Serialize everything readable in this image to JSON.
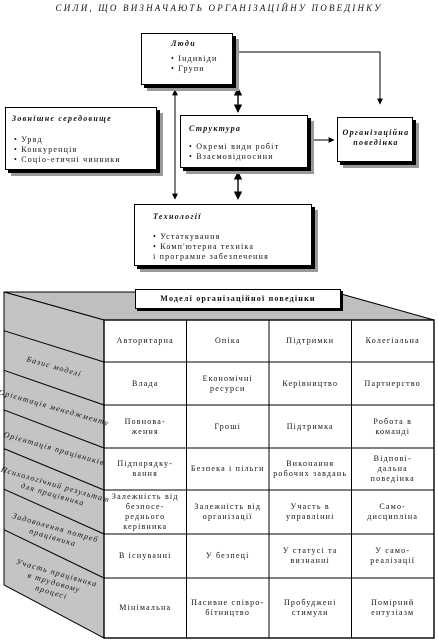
{
  "title": "СИЛИ, ЩО ВИЗНАЧАЮТЬ ОРГАНІЗАЦІЙНУ ПОВЕДІНКУ",
  "boxes": {
    "people": {
      "title": "Люди",
      "items": [
        "• Індивіди",
        "• Групи"
      ]
    },
    "environment": {
      "title": "Зовнішнє середовище",
      "items": [
        "• Уряд",
        "• Конкуренція",
        "• Соціо-етичні чинники"
      ]
    },
    "structure": {
      "title": "Структура",
      "items": [
        "• Окремі види робіт",
        "• Взаємовідносини"
      ]
    },
    "org_behavior": {
      "title": "Організаційна поведінка"
    },
    "technology": {
      "title": "Технології",
      "items": [
        "• Устаткування",
        "• Комп'ютерна техніка",
        "і програмне забезпечення"
      ]
    }
  },
  "table": {
    "title": "Моделі організаційної поведінки",
    "columns": [
      "Авторитарна",
      "Опіка",
      "Підтримки",
      "Колегіальна"
    ],
    "rows": [
      {
        "label": "Базис моделі",
        "cells": [
          "Влада",
          "Економічні ресурси",
          "Керівництво",
          "Партнерство"
        ]
      },
      {
        "label": "Орієнтація менеджменту",
        "cells": [
          "Повнова-\nження",
          "Гроші",
          "Підтримка",
          "Робота в команді"
        ]
      },
      {
        "label": "Орієнтація працівників",
        "cells": [
          "Підпорядку-\nвання",
          "Безпека і пільги",
          "Виконання робочих завдань",
          "Відпові-\nдальна поведінка"
        ]
      },
      {
        "label": "Психологічний результат для працівника",
        "cells": [
          "Залежність від безпосе-\nреднього керівника",
          "Залежність від організації",
          "Участь в управлінні",
          "Само-\nдисципліна"
        ]
      },
      {
        "label": "Задоволення потреб працівника",
        "cells": [
          "В існуванні",
          "У безпеці",
          "У статусі та визнанні",
          "У само-\nреалізації"
        ]
      },
      {
        "label": "Участь працівника в трудовому процесі",
        "cells": [
          "Мінімальна",
          "Пасивне співро-\nбітництво",
          "Пробуджені стимули",
          "Помірний ентузіазм"
        ]
      }
    ]
  }
}
